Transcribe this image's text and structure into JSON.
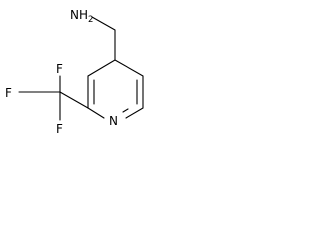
{
  "molecule": {
    "amine_group": {
      "element": "NH",
      "subscript": "2"
    },
    "fluorine_top": "F",
    "fluorine_left": "F",
    "fluorine_bottom": "F",
    "ring_nitrogen": "N"
  }
}
